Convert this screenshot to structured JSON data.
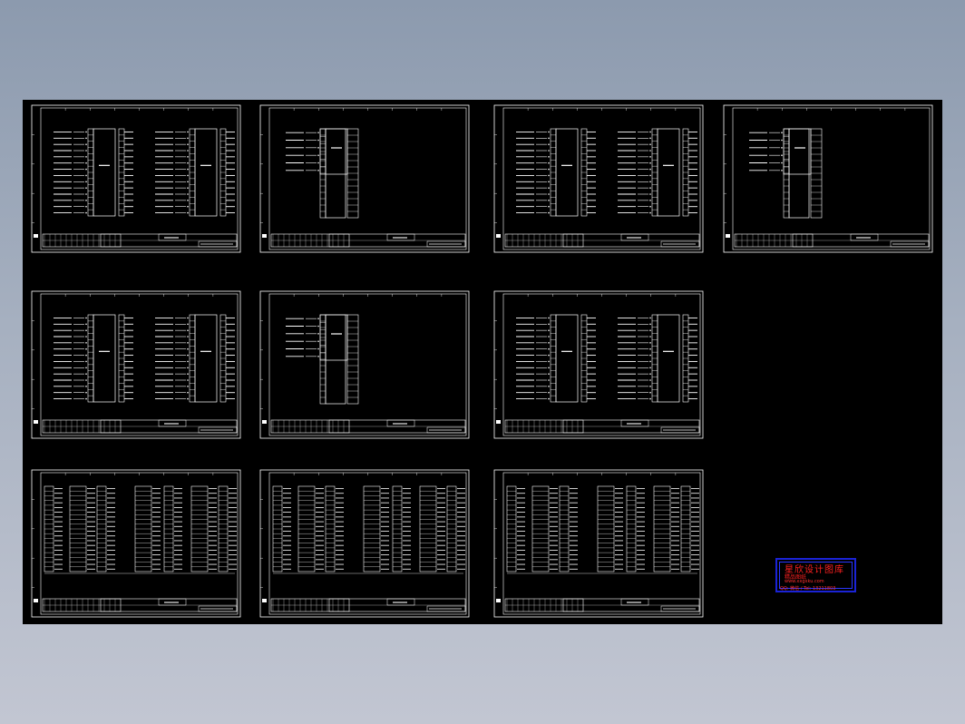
{
  "watermark": {
    "title": "星欣设计图库",
    "line1": "精品图纸",
    "line2": "www.xxgxku.com",
    "line3": "QQ: 微信 / Tel: 13211803"
  },
  "colors": {
    "background_top": "#8c9aae",
    "background_bottom": "#c2c6d2",
    "model_space": "#000000",
    "drawing_lines": "#ffffff",
    "stamp_border": "#1a23d6",
    "stamp_text": "#ff2020"
  },
  "sheets": [
    {
      "name": "sheet-1",
      "kind": "double"
    },
    {
      "name": "sheet-2",
      "kind": "single"
    },
    {
      "name": "sheet-3",
      "kind": "double"
    },
    {
      "name": "sheet-4",
      "kind": "single"
    },
    {
      "name": "sheet-5",
      "kind": "double"
    },
    {
      "name": "sheet-6",
      "kind": "single"
    },
    {
      "name": "sheet-7",
      "kind": "double"
    },
    {
      "name": "sheet-8",
      "kind": "dense"
    },
    {
      "name": "sheet-9",
      "kind": "dense"
    },
    {
      "name": "sheet-10",
      "kind": "dense"
    }
  ]
}
